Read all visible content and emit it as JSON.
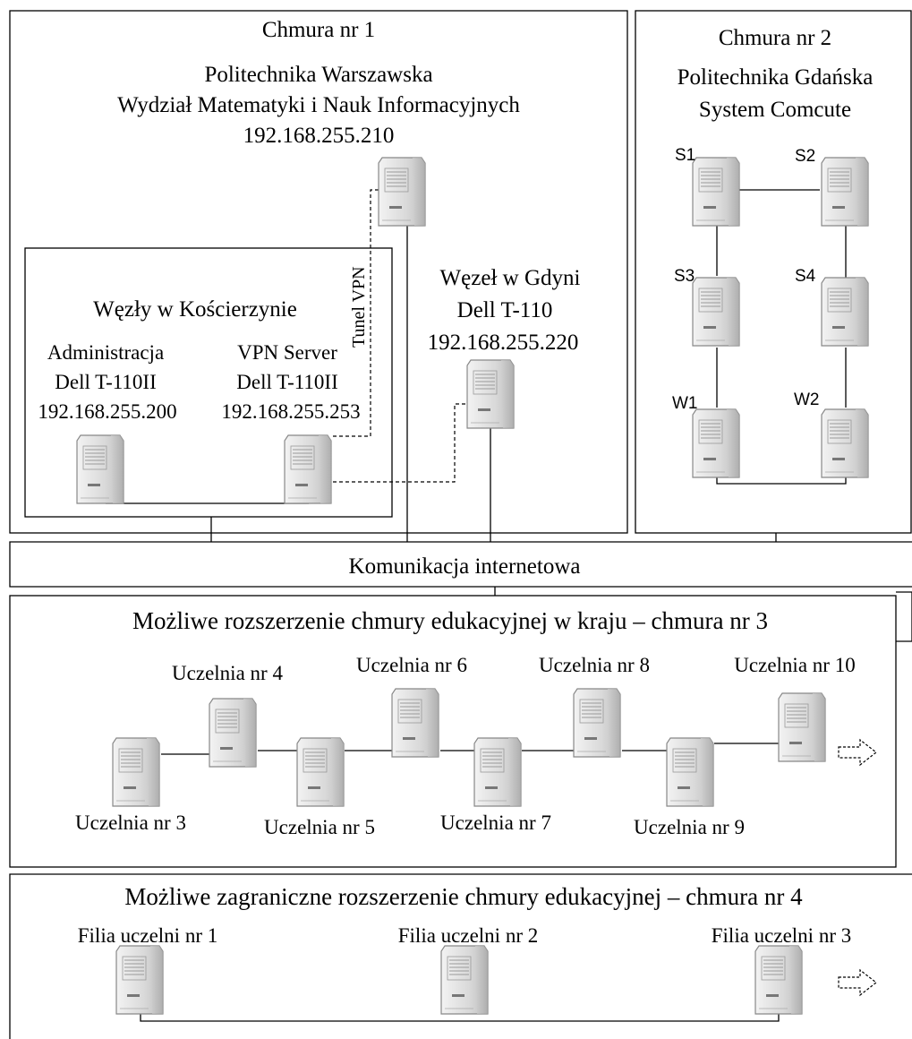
{
  "cloud1": {
    "title": "Chmura nr 1",
    "org_line1": "Politechnika Warszawska",
    "org_line2": "Wydział Matematyki i Nauk Informacyjnych",
    "ip": "192.168.255.210",
    "kos": {
      "title": "Węzły w Kościerzynie",
      "admin_line1": "Administracja",
      "admin_line2": "Dell T-110II",
      "admin_ip": "192.168.255.200",
      "vpn_line1": "VPN Server",
      "vpn_line2": "Dell T-110II",
      "vpn_ip": "192.168.255.253"
    },
    "tunnel_label": "Tunel VPN",
    "gdynia": {
      "line1": "Węzeł w Gdyni",
      "line2": "Dell T-110",
      "ip": "192.168.255.220"
    }
  },
  "cloud2": {
    "title": "Chmura nr 2",
    "line1": "Politechnika Gdańska",
    "line2": "System Comcute",
    "nodes": [
      "S1",
      "S2",
      "S3",
      "S4",
      "W1",
      "W2"
    ]
  },
  "internet": {
    "label": "Komunikacja internetowa"
  },
  "cloud3": {
    "title": "Możliwe rozszerzenie chmury edukacyjnej w kraju – chmura nr 3",
    "universities": [
      "Uczelnia nr 3",
      "Uczelnia nr 4",
      "Uczelnia nr 5",
      "Uczelnia nr 6",
      "Uczelnia nr 7",
      "Uczelnia nr 8",
      "Uczelnia nr 9",
      "Uczelnia nr 10"
    ]
  },
  "cloud4": {
    "title": "Możliwe zagraniczne rozszerzenie chmury edukacyjnej – chmura nr 4",
    "branches": [
      "Filia uczelni nr 1",
      "Filia uczelni nr 2",
      "Filia uczelni nr 3"
    ]
  }
}
